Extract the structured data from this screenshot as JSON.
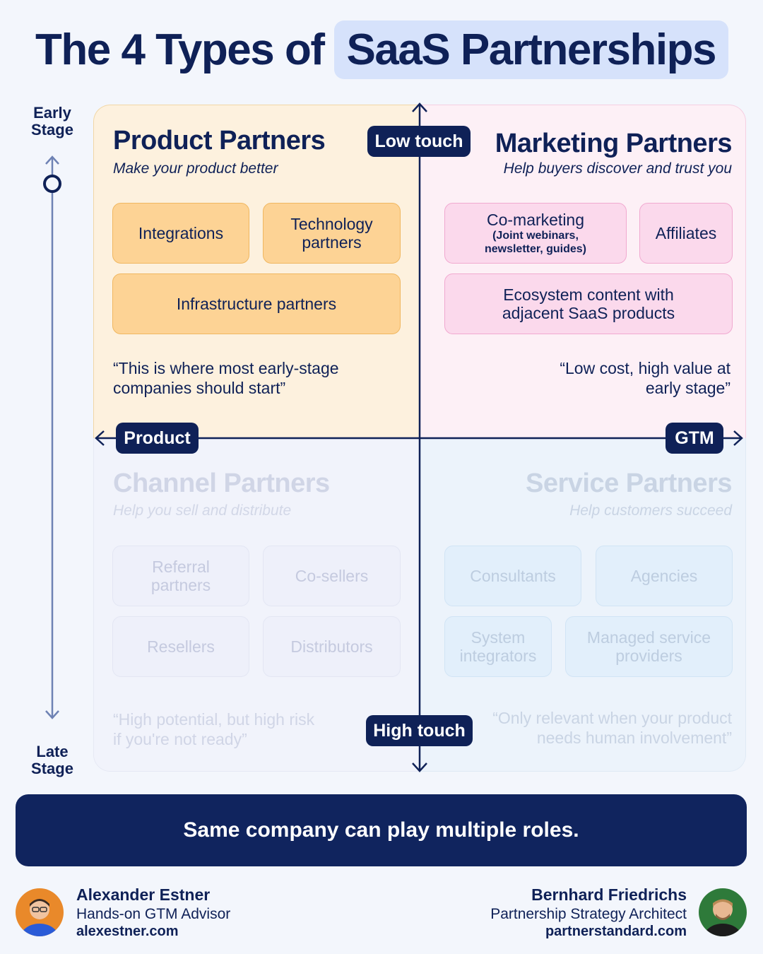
{
  "title": {
    "prefix": "The 4 Types of",
    "highlight": "SaaS Partnerships"
  },
  "axes": {
    "top": "Low touch",
    "bottom": "High touch",
    "left": "Product",
    "right": "GTM",
    "stage_early": "Early Stage",
    "stage_late": "Late Stage"
  },
  "quadrants": {
    "product": {
      "title": "Product Partners",
      "subtitle": "Make your product better",
      "items": [
        "Integrations",
        "Technology partners",
        "Infrastructure partners"
      ],
      "quote": "“This is where most early-stage companies should start”"
    },
    "marketing": {
      "title": "Marketing Partners",
      "subtitle": "Help buyers discover and trust you",
      "items": [
        "Co-marketing",
        "(Joint webinars, newsletter, guides)",
        "Affiliates",
        "Ecosystem content with adjacent SaaS products"
      ],
      "quote": "“Low cost, high value at early stage”"
    },
    "channel": {
      "title": "Channel Partners",
      "subtitle": "Help you sell and distribute",
      "items": [
        "Referral partners",
        "Co-sellers",
        "Resellers",
        "Distributors"
      ],
      "quote": "“High potential, but high risk if you're not ready”"
    },
    "service": {
      "title": "Service Partners",
      "subtitle": "Help customers succeed",
      "items": [
        "Consultants",
        "Agencies",
        "System integrators",
        "Managed service providers"
      ],
      "quote": "“Only relevant when your product needs human involvement”"
    }
  },
  "banner": "Same company can play multiple roles.",
  "authors": [
    {
      "name": "Alexander Estner",
      "role": "Hands-on GTM Advisor",
      "url": "alexestner.com"
    },
    {
      "name": "Bernhard Friedrichs",
      "role": "Partnership Strategy Architect",
      "url": "partnerstandard.com"
    }
  ],
  "colors": {
    "navy": "#0f2157",
    "product_bg": "#fdf1de",
    "product_chip": "#fdd395",
    "marketing_bg": "#fdf0f6",
    "marketing_chip": "#fbd9ec",
    "highlight": "#d6e2fb"
  }
}
